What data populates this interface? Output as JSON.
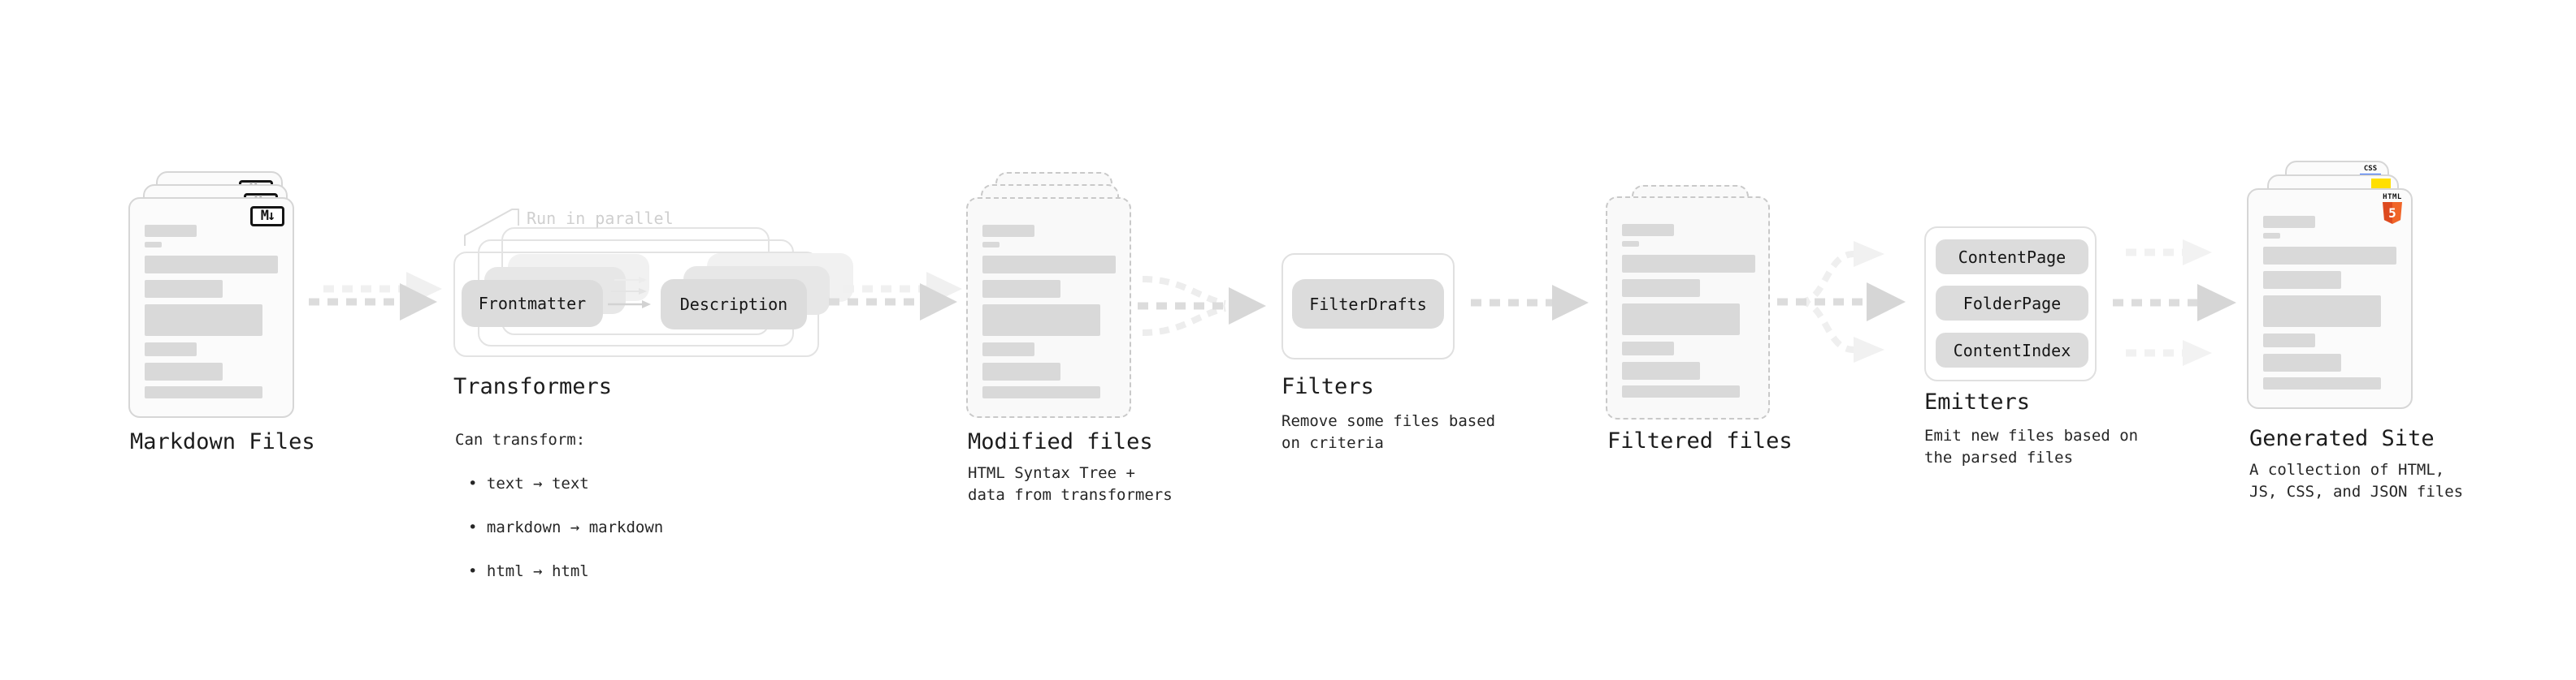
{
  "stages": {
    "markdown_files": {
      "label": "Markdown Files",
      "file_badge": "M↓"
    },
    "transformers": {
      "annotation": "Run in parallel",
      "nodes": [
        "Frontmatter",
        "Description"
      ],
      "title": "Transformers",
      "description_heading": "Can transform:",
      "bullets": [
        "• text → text",
        "• markdown → markdown",
        "• html → html"
      ]
    },
    "modified_files": {
      "label": "Modified files",
      "description": "HTML Syntax Tree +\ndata from transformers"
    },
    "filters": {
      "nodes": [
        "FilterDrafts"
      ],
      "title": "Filters",
      "description": "Remove some files based\non criteria"
    },
    "filtered_files": {
      "label": "Filtered files"
    },
    "emitters": {
      "nodes": [
        "ContentPage",
        "FolderPage",
        "ContentIndex"
      ],
      "title": "Emitters",
      "description": "Emit new files based on\nthe parsed files"
    },
    "generated_site": {
      "label": "Generated Site",
      "description": "A collection of HTML,\nJS, CSS, and JSON files",
      "css_badge": "CSS",
      "html_badge": "HTML",
      "html_badge_number": "5"
    }
  },
  "colors": {
    "html5_orange": "#e8552b",
    "js_yellow": "#ffdf00",
    "css_blue": "#2b66f6",
    "arrow_gray": "#d7d7d7",
    "arrow_light_gray": "#f0f0f0",
    "skeleton_bar": "#d9d9d9",
    "node_pill": "#dcdcdc"
  }
}
